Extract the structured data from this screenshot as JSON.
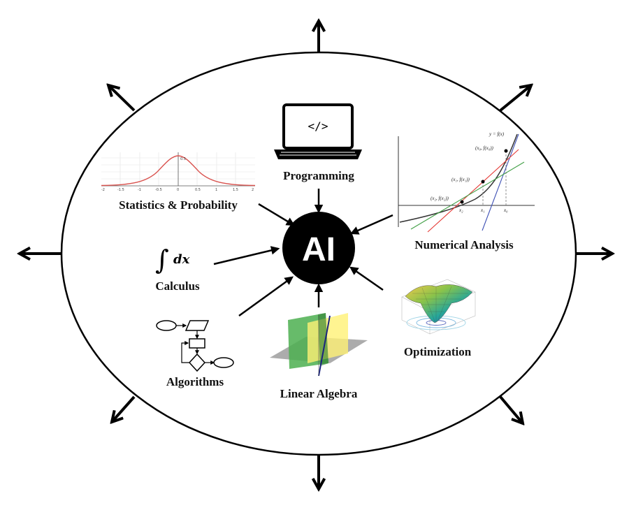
{
  "center": {
    "label": "AI"
  },
  "nodes": {
    "programming": "Programming",
    "statistics": "Statistics & Probability",
    "numerical": "Numerical Analysis",
    "calculus": "Calculus",
    "optimization": "Optimization",
    "algorithms": "Algorithms",
    "linear_algebra": "Linear Algebra"
  },
  "calculus_symbol": {
    "integral": "∫",
    "dx": "dx"
  },
  "laptop_screen_text": "</>",
  "numerical_plot": {
    "curve_label": "y = f(x)",
    "points": [
      "(x₀, f(x₀))",
      "(x₁, f(x₁))",
      "(x₂, f(x₂))"
    ],
    "axis_ticks": [
      "x₂",
      "x₁",
      "x₀"
    ]
  },
  "gauss_plot": {
    "x_ticks": [
      "-2",
      "-1.5",
      "-1",
      "-0.5",
      "0",
      "0.5",
      "1",
      "1.5",
      "2"
    ],
    "y_tick": "0.5"
  },
  "colors": {
    "stroke": "#000000",
    "gauss_curve": "#d9534f",
    "ai_circle": "#000000",
    "ai_text": "#ffffff"
  }
}
